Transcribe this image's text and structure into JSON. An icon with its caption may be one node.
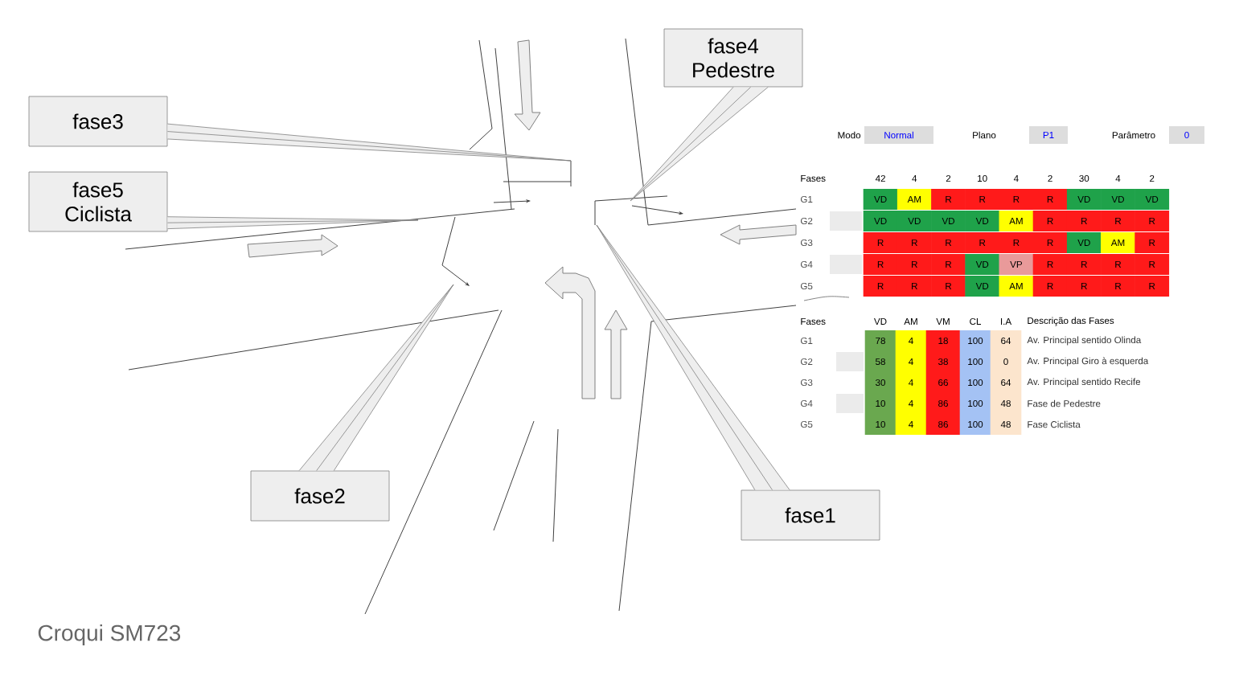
{
  "diagram": {
    "caption": "Croqui SM723",
    "nodes": [
      {
        "text": [
          "fase3"
        ]
      },
      {
        "text": [
          "fase5 Ciclista"
        ]
      },
      {
        "text": [
          "fase4 Pedestre"
        ]
      },
      {
        "text": [
          "fase2"
        ]
      },
      {
        "text": [
          "fase1"
        ]
      }
    ],
    "edges": [
      {
        "from": 0,
        "to": null,
        "arrow": "none"
      },
      {
        "from": 1,
        "to": null,
        "arrow": "none"
      },
      {
        "from": 2,
        "to": null,
        "arrow": "none"
      },
      {
        "from": 3,
        "to": null,
        "arrow": "none"
      },
      {
        "from": 4,
        "to": null,
        "arrow": "none"
      }
    ],
    "labels": [
      "Modo",
      "Normal",
      "Plano",
      "P1",
      "Parâmetro",
      "0",
      "Fases",
      "42",
      "4",
      "2",
      "10",
      "4",
      "2",
      "30",
      "4",
      "2",
      "G1",
      "VD",
      "AM",
      "R",
      "R",
      "R",
      "R",
      "VD",
      "VD",
      "VD",
      "G2",
      "VD",
      "VD",
      "VD",
      "VD",
      "AM",
      "R",
      "R",
      "R",
      "R",
      "G3",
      "R",
      "R",
      "R",
      "R",
      "R",
      "R",
      "VD",
      "AM",
      "R",
      "G4",
      "R",
      "R",
      "R",
      "VD",
      "VP",
      "R",
      "R",
      "R",
      "R",
      "G5",
      "R",
      "R",
      "R",
      "VD",
      "AM",
      "R",
      "R",
      "R",
      "R",
      "Fases",
      "VD",
      "AM",
      "VM",
      "CL",
      "I.A",
      "Descrição das Fases",
      "G1",
      "78",
      "4",
      "18",
      "100",
      "64",
      "Av. Principal sentido Olinda",
      "G2",
      "58",
      "4",
      "38",
      "100",
      "0",
      "Av. Principal Giro à esquerda",
      "G3",
      "30",
      "4",
      "66",
      "100",
      "64",
      "Av. Principal sentido Recife",
      "G4",
      "10",
      "4",
      "86",
      "100",
      "48",
      "Fase de Pedestre",
      "G5",
      "10",
      "4",
      "86",
      "100",
      "48",
      "Fase Ciclista"
    ]
  }
}
